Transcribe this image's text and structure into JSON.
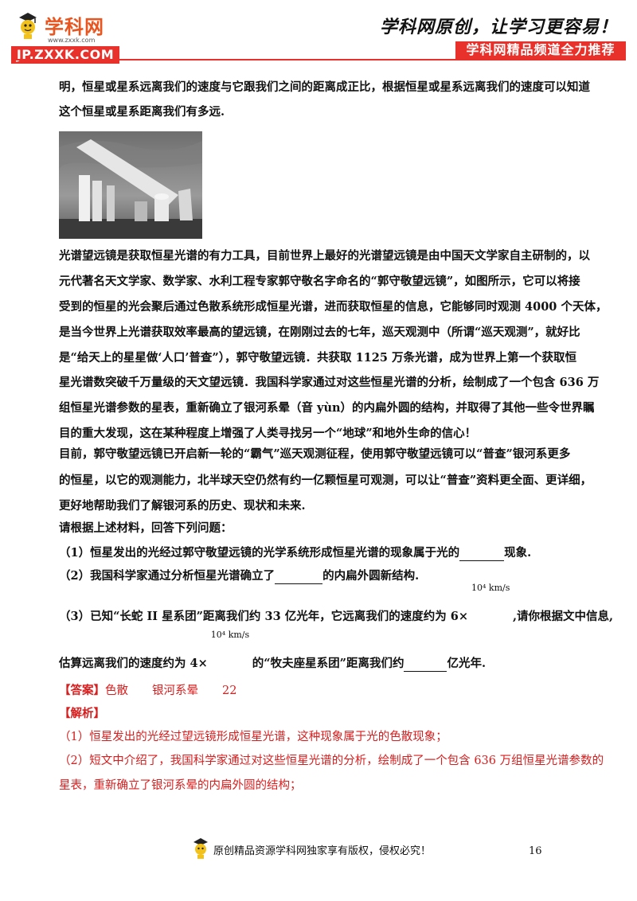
{
  "header": {
    "logo_brand": "学科网",
    "logo_url_small": "www.zxxk.com",
    "logo_badge": "JP.ZXXK.COM",
    "slogan": "学科网原创，让学习更容易！",
    "badge": "学科网精品频道全力推荐"
  },
  "body": {
    "lines": [
      "明，恒星或星系远离我们的速度与它跟我们之间的距离成正比，根据恒星或星系远离我们的速度可以知道",
      "这个恒星或星系距离我们有多远.",
      "光谱望远镜是获取恒星光谱的有力工具，目前世界上最好的光谱望远镜是由中国天文学家自主研制的，以",
      "元代著名天文学家、数学家、水利工程专家郭守敬名字命名的“郭守敬望远镜”，如图所示，它可以将接",
      "受到的恒星的光会聚后通过色散系统形成恒星光谱，进而获取恒星的信息，它能够同时观测 4000 个天体，",
      "是当今世界上光谱获取效率最高的望远镜，在刚刚过去的七年，巡天观测中（所谓“巡天观测”，就好比",
      "是“给天上的星星做‘人口’普查”），郭守敬望远镜．共获取 1125 万条光谱，成为世界上第一个获取恒",
      "星光谱数突破千万量级的天文望远镜．我国科学家通过对这些恒星光谱的分析，绘制成了一个包含 636 万",
      "组恒星光谱参数的星表，重新确立了银河系晕（音 yùn）的内扁外圆的结构，并取得了其他一些令世界瞩",
      "目的重大发现，这在某种程度上增强了人类寻找另一个“地球”和地外生命的信心！",
      "目前，郭守敬望远镜已开启新一轮的“霸气”巡天观测征程，使用郭守敬望远镜可以“普查”银河系更多",
      "的恒星，以它的观测能力，北半球天空仍然有约一亿颗恒星可观测，可以让“普查”资料更全面、更详细，",
      "更好地帮助我们了解银河系的历史、现状和未来.",
      "请根据上述材料，回答下列问题："
    ],
    "q1_before": "（1）恒星发出的光经过郭守敬望远镜的光学系统形成恒星光谱的现象属于光的",
    "q1_after": "现象.",
    "q2_before": "（2）我国科学家通过分析恒星光谱确立了",
    "q2_after": "的内扁外圆新结构.",
    "q3_before": "（3）已知“长蛇 II 星系团”距离我们约 33 亿光年，它远离我们的速度约为 6×",
    "q3_frac": "10⁴ km/s",
    "q3_after": ",请你根据文中信息,",
    "q3b_before": "估算远离我们的速度约为 4×",
    "q3b_frac": "10⁴ km/s",
    "q3b_mid": "的“牧夫座星系团”距离我们约",
    "q3b_after": "亿光年."
  },
  "answer": {
    "label": "【答案】",
    "a1": "色散",
    "a2": "银河系晕",
    "a3": "22"
  },
  "analysis": {
    "label": "【解析】",
    "lines": [
      "（1）恒星发出的光经过望远镜形成恒星光谱，这种现象属于光的色散现象；",
      "（2）短文中介绍了，我国科学家通过对这些恒星光谱的分析，绘制成了一个包含 636 万组恒星光谱参数的",
      "星表，重新确立了银河系晕的内扁外圆的结构；"
    ]
  },
  "footer": {
    "text": "原创精品资源学科网独家享有版权，侵权必究！",
    "page_number": "16"
  },
  "colors": {
    "accent_red": "#e8312a",
    "answer_red": "#d81e1e",
    "brand_orange": "#e8551f"
  },
  "icons": {
    "logo": "mascot-logo-icon",
    "footer": "mascot-footer-icon",
    "photo": "telescope-photo"
  }
}
